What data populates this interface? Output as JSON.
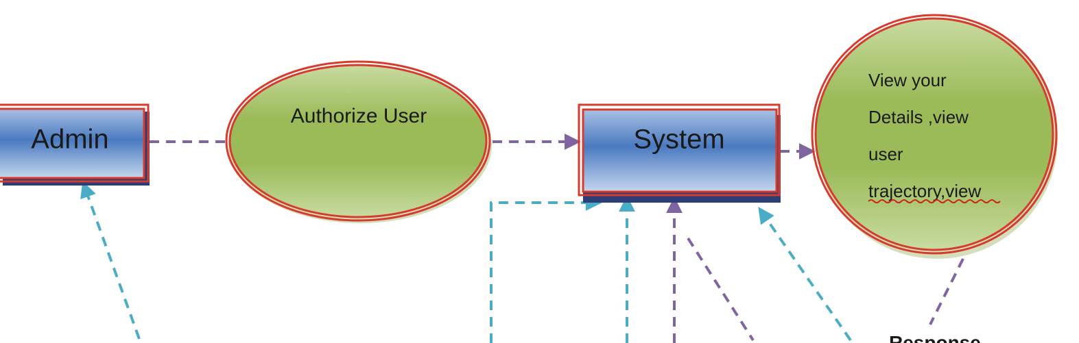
{
  "diagram": {
    "nodes": {
      "admin": {
        "label": "Admin"
      },
      "authorize_user": {
        "label": "Authorize User"
      },
      "system": {
        "label": "System"
      },
      "view_details": {
        "lines": [
          "View your",
          "Details ,view",
          "user",
          "trajectory,view"
        ]
      },
      "response": {
        "label": "Response"
      }
    },
    "colors": {
      "box_fill_dark": "#4a7ac0",
      "box_fill_light": "#c5d6ee",
      "box_border": "#d63b2c",
      "box_shadow": "#2c3e75",
      "ellipse_fill_dark": "#9bbb59",
      "ellipse_fill_light": "#c8dba0",
      "ellipse_border": "#d63b2c",
      "arrow_purple": "#8064a2",
      "arrow_cyan": "#4bacc6",
      "spell_underline": "#d02020"
    }
  }
}
